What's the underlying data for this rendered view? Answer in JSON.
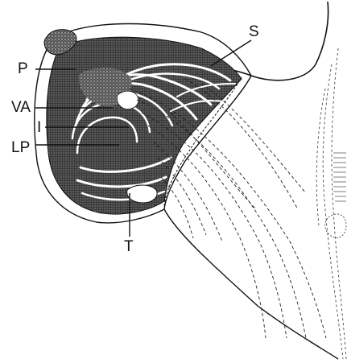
{
  "labels": {
    "s": "S",
    "p": "P",
    "va": "VA",
    "i": "I",
    "lp": "LP",
    "t": "T"
  },
  "colors": {
    "ink": "#111111",
    "paper": "#ffffff",
    "stipple": "#2a2a2a"
  }
}
